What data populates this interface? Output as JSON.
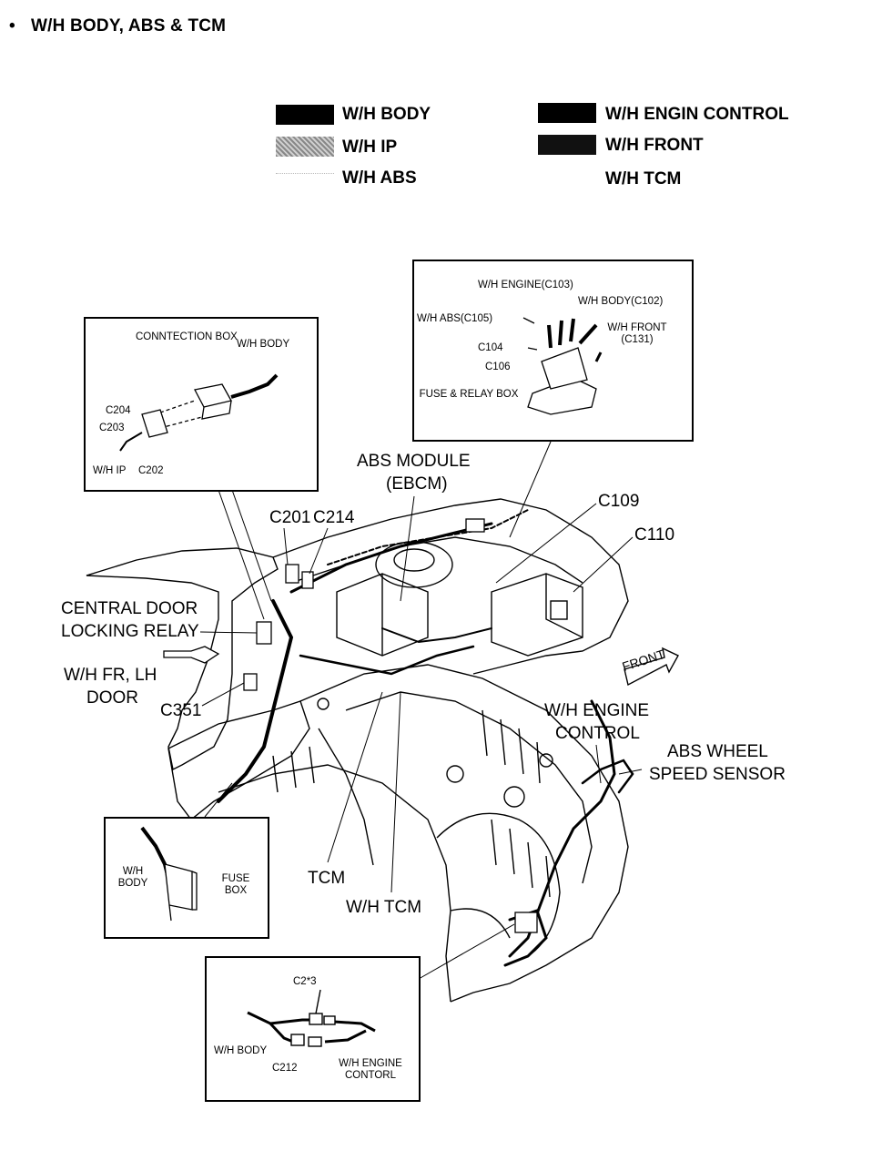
{
  "title": "W/H BODY, ABS & TCM",
  "legend": {
    "body": "W/H BODY",
    "ip": "W/H IP",
    "abs": "W/H ABS",
    "engine_control": "W/H ENGIN CONTROL",
    "front": "W/H FRONT",
    "tcm": "W/H TCM"
  },
  "inset_connection": {
    "connection_box": "CONNTECTION BOX",
    "wh_body": "W/H BODY",
    "c204": "C204",
    "c203": "C203",
    "wh_ip": "W/H IP",
    "c202": "C202"
  },
  "inset_fuse_relay": {
    "wh_engine": "W/H ENGINE(C103)",
    "wh_body": "W/H BODY(C102)",
    "wh_abs": "W/H ABS(C105)",
    "wh_front": "W/H FRONT (C131)",
    "c104": "C104",
    "c106": "C106",
    "fuse_relay_box": "FUSE & RELAY BOX"
  },
  "inset_fuse_box": {
    "wh_body": "W/H BODY",
    "fuse_box": "FUSE BOX"
  },
  "inset_c213": {
    "c213": "C2*3",
    "wh_body": "W/H BODY",
    "c212": "C212",
    "wh_engine_control": "W/H ENGINE CONTORL"
  },
  "callouts": {
    "abs_module": "ABS MODULE",
    "ebcm": "(EBCM)",
    "c109": "C109",
    "c110": "C110",
    "c201": "C201",
    "c214": "C214",
    "central_door_locking_relay_1": "CENTRAL DOOR",
    "central_door_locking_relay_2": "LOCKING RELAY",
    "wh_fr_lh_door_1": "W/H FR, LH",
    "wh_fr_lh_door_2": "DOOR",
    "c351": "C351",
    "front": "FRONT",
    "wh_engine_control_1": "W/H ENGINE",
    "wh_engine_control_2": "CONTROL",
    "abs_wheel_speed_sensor_1": "ABS WHEEL",
    "abs_wheel_speed_sensor_2": "SPEED SENSOR",
    "tcm": "TCM",
    "wh_tcm": "W/H TCM"
  }
}
